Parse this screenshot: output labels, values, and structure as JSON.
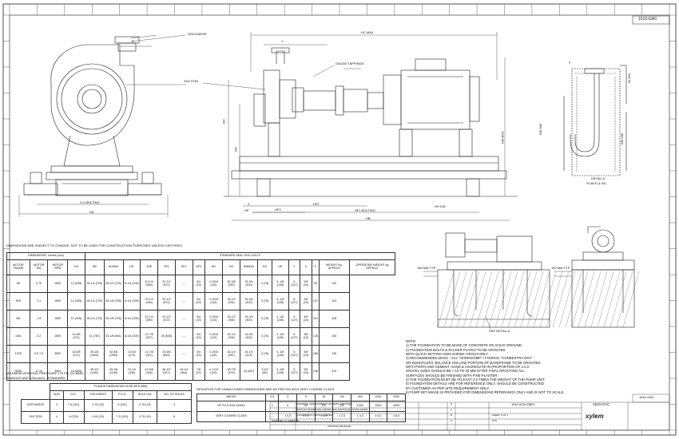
{
  "drawing_number": "1510-GAC",
  "labels": {
    "discharge": "DISCHARGE",
    "suction": "SUCTION",
    "gauge_tappings": "GAUGE TAPPINGS",
    "dim_z": "Z",
    "dim_y": "Y",
    "dim_hcmax": "HC MAX",
    "dim_ho": "HO",
    "dim_hd": "HD",
    "dim_hmmax": "HM MAX",
    "dim_bolting_2h": "2 H BOLTING",
    "dim_ha": "HA",
    "dim_hf2": "HF2",
    "dim_hf3": "HF3",
    "dim_hf1_bolting": "HF1 BOLTING",
    "dim_hb": "HB",
    "dim_hh_dia": "HH DIA",
    "dim_hp": "HP",
    "dim_x": "X",
    "dim_f": "F",
    "dim_50mm": "50 MM",
    "dim_300mm": "300 MM",
    "detail_a_title": "DETAIL A",
    "detail_a_scale": "SCALE (1:25)",
    "dim_150mm_typ_left": "150 MM TYP.",
    "dim_150mm_typ_right": "150 MM TYP.",
    "see_detail": "SEE DETAIL A"
  },
  "disclaimer": "DIMENSIONS ARE SUBJECT TO CHANGE. NOT TO BE USED FOR CONSTRUCTION PURPOSES UNLESS CERTIFIED.",
  "dim_table": {
    "group_left": "DIMENSIONS: Inches (mm)",
    "group_right": "STANDARD SEAL 1510-1510-F",
    "headers": [
      "MOTOR FRAME",
      "MOTOR KW",
      "MOTOR RPM",
      "HA",
      "HB",
      "HCMAX",
      "HD",
      "2HE",
      "HF1",
      "HF2",
      "HF3",
      "HH",
      "HO",
      "HMMAX",
      "HO",
      "HP",
      "Y",
      "Z",
      "F",
      "WEIGHT Kg. APPROX",
      "OPERATING WEIGHT kg APPROX"
    ],
    "rows": [
      [
        "80",
        "0.75",
        "1800",
        "12 (305)",
        "28-1/4 (720)",
        "28-1/2 (724)",
        "8-1/4 (209)",
        "10-1/4 (260)",
        "22-1/2 (572)",
        "---",
        "3/4 (19)",
        "4 -5/16 (110)",
        "15-3/8 (390)",
        "15-3/4 (400)",
        "3 (76)",
        "4 -1/8 (105)",
        "5 (127)",
        "3/8 (10)",
        "99",
        "110"
      ],
      [
        "90S",
        "1.1",
        "1800",
        "12 (305)",
        "28-1/4 (720)",
        "30-1/8 (765)",
        "8-1/4 (209)",
        "10-1/4 (260)",
        "22-1/2 (572)",
        "---",
        "3/4 (19)",
        "4 -5/16 (110)",
        "15-1/2 (394)",
        "15-3/4 (400)",
        "3 (76)",
        "4 -1/8 (105)",
        "5 (127)",
        "3/8 (10)",
        "107",
        "124"
      ],
      [
        "90L",
        "1.5",
        "1800",
        "12 (305)",
        "28-1/4 (720)",
        "30-1/8 (765)",
        "8-1/4 (209)",
        "10-1/4 (260)",
        "22-1/2 (572)",
        "---",
        "3/4 (19)",
        "4 -5/16 (110)",
        "15-1/2 (394)",
        "15-3/4 (400)",
        "3 (76)",
        "4 -1/8 (105)",
        "5 (127)",
        "3/8 (10)",
        "110",
        "128"
      ],
      [
        "100L",
        "2.2",
        "1800",
        "14-5/8 (371)",
        "31 (787)",
        "33-1/8 (841)",
        "8-1/4 (209)",
        "12-7/8 (327)",
        "25 (635)",
        "---",
        "3/4 (19)",
        "4 -5/16 (110)",
        "15-1/2 (394)",
        "15-3/4 (400)",
        "3 (76)",
        "4 -1/8 (105)",
        "5 (127)",
        "3/8 (10)",
        "128",
        "150"
      ],
      [
        "132S",
        "5.5 7.5",
        "3600",
        "14-5/8 (371)",
        "39-1/8 (1000)",
        "42-5/8 (1083)",
        "10-3/4 (273)",
        "12-7/8 (327)",
        "33-5/8 (853)",
        "---",
        "3/4 (19)",
        "4 -5/16 (110)",
        "15-1/4 (387)",
        "16-1/4 (413)",
        "3 (76)",
        "4 -1/8 (105)",
        "5 (127)",
        "3/8 (10)",
        "188",
        "236"
      ],
      [
        "160M",
        "11 15",
        "3600",
        "16 (406)",
        "45-1/2 (1160)",
        "49-1/8 (1249)",
        "13-1/4 (336)",
        "13-5/8 (346)",
        "36-1/2 (927)",
        "18-1/4 (464)",
        "7/8 (22)",
        "4 -1/16 (103)",
        "18-7/8 (479)",
        "18 (457)",
        "3-1/2 (89)",
        "4 -1/8 (105)",
        "5 (127)",
        "3/8 (10)",
        "248",
        "324"
      ]
    ]
  },
  "max_working_pressure": "MAXIMUM WORKING PRESSURE 175 PSI (12 BAR)",
  "flanges": "FLANGES ARE 125# ANSI - STANDARD",
  "flange_table": {
    "title": "FLANGE DIMENSIONS IN INCHES (MM)",
    "headers": [
      "",
      "SIZE",
      "O.D.",
      "THICKNESS",
      "P.C.D.",
      "HOLE DIA.",
      "NO. OF HOLES"
    ],
    "rows": [
      [
        "DISCHARGE",
        "3",
        "7.5 (191)",
        "0.75 (19)",
        "6 (152)",
        "0.75 (19)",
        "4"
      ],
      [
        "SUCTION",
        "4",
        "9 (229)",
        "0.94 (24)",
        "7.5 (191)",
        "0.75 (19)",
        "8"
      ]
    ]
  },
  "deviation_title": "DEVIATION FOR UNMACHINED DIMENSIONS ARE AS PER ISO 8015 VERY COARSE CLASS",
  "deviation_table": {
    "rows": [
      [
        "ABOVE",
        "0.5",
        "3",
        "6",
        "30",
        "120",
        "400",
        "1000",
        "2000"
      ],
      [
        "UP TO & INCLUDING",
        "3",
        "6",
        "30",
        "120",
        "400",
        "1000",
        "2000",
        "4000"
      ],
      [
        "VERY COARSE CLASS",
        "---",
        "± 0.5",
        "± 1.0",
        "± 1.5",
        "± 2.5",
        "± 4.0",
        "± 6.0",
        "± 8.0"
      ]
    ]
  },
  "notes": [
    "NOTE:",
    "1) THE FOUNDATION TO BE MADE OF CONCRETE ON SOLID GROUND.",
    "2) FOUNDATION BOLTS & PACKER PLATES TO BE GROUTED",
    "    WITH QUICK SETTING NON-SHRINK GROUT ONLY.",
    "3) RECOMMENDED MAKE : ACC \"SHRINKOMP\" / FOSROC \"CONBEXTRA GP2\"",
    "    OR EQUIVALENT. BALANCE HOLLOW PORTION OF BASEFRAME TO BE GROUTED",
    "    WITH PORTLAND CEMENT, SAND & AGGREGATE IN PROPORTION OF 1:2:2.",
    "    GRAVEL SIZES SHOULD BE < 10 TO 20 MM AFTER FINAL GROUTING ALL",
    "    SURFACES SHOULD BE FINISHED WITH FINE PLASTER.",
    "4) THE FOUNDATION MUST BE ATLEAST 2.5 TIMES THE WEIGHT OF THE PUMP UNIT.",
    "5) FOUNDATION DETAILS ARE FOR REFERENCE ONLY, SHOULD BE CONSTRUCTED",
    "    BY CUSTOMER AS PER SITE REQUIREMENT ONLY.",
    "6) PUMP SET IMAGE IS PROVIDED FOR DIMENSIONS REFERANCE ONLY AND IS NOT TO SCALE."
  ],
  "title_block": {
    "title": "1510 ACM DBFL",
    "dwg_no": "1510-GAC",
    "brand": "xylem",
    "rev_entries": [
      "GENERAL ARRANGEMENT DRAWING UPDATED",
      "MOTOR FRAME SIZE CORRECTED ADDITIONAL NOTE ADDED",
      "FOUNDATION DETAILS ADDED",
      "SUPPLIED TO WEBSITE",
      "ORIGINAL RELEASE"
    ],
    "rev_letters": [
      "D",
      "C",
      "B",
      "A",
      "-"
    ],
    "sheet": "SHEET 1 OF 1",
    "scale": "NTS"
  }
}
